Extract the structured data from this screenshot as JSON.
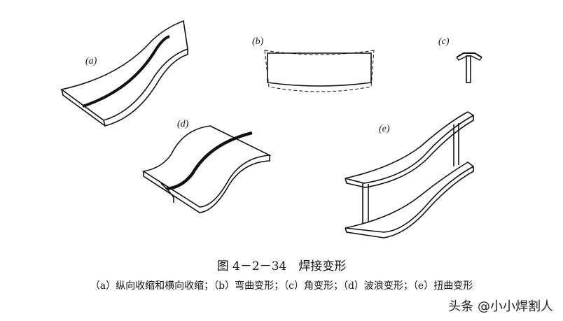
{
  "figure": {
    "labels": {
      "a": "(a)",
      "b": "(b)",
      "c": "(c)",
      "d": "(d)",
      "e": "(e)"
    },
    "title": "图 4－2－34　焊接变形",
    "caption": "（a）纵向收缩和横向收缩；（b）弯曲变形；（c）角变形；（d）波浪变形；（e）扭曲变形"
  },
  "watermark": "头条 @小小焊割人"
}
